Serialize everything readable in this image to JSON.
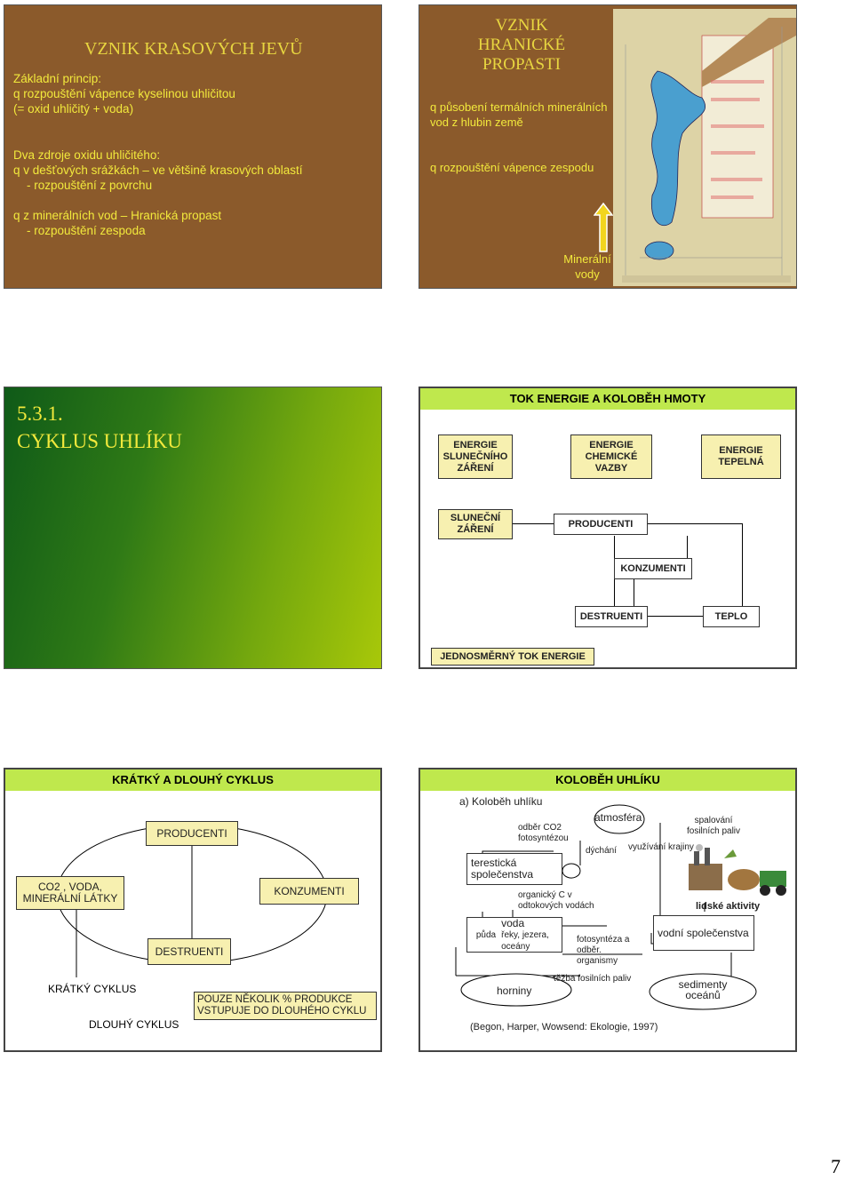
{
  "slide1": {
    "title": "VZNIK KRASOVÝCH JEVŮ",
    "lines": [
      "Základní princip:",
      "q  rozpouštění vápence kyselinou uhličitou",
      "(= oxid uhličitý + voda)",
      "Dva zdroje oxidu uhličitého:",
      "q  v dešťových srážkách – ve většině krasových oblastí",
      "    - rozpouštění z povrchu",
      "q  z minerálních vod – Hranická propast",
      "    - rozpouštění zespoda"
    ]
  },
  "slide2": {
    "title_lines": [
      "VZNIK",
      "HRANICKÉ",
      "PROPASTI"
    ],
    "bullets": [
      "q  působení termálních minerálních vod z hlubin země",
      "q  rozpouštění vápence zespodu"
    ],
    "mineral_label_1": "Minerální",
    "mineral_label_2": "vody"
  },
  "slide3": {
    "title_line1": "5.3.1.",
    "title_line2": "CYKLUS UHLÍKU"
  },
  "slide4": {
    "header": "TOK ENERGIE A KOLOBĚH HMOTY",
    "energy_solar": "ENERGIE SLUNEČNÍHO ZÁŘENÍ",
    "energy_chemical": "ENERGIE CHEMICKÉ VAZBY",
    "energy_heat": "ENERGIE TEPELNÁ",
    "solar": "SLUNEČNÍ ZÁŘENÍ",
    "producers": "PRODUCENTI",
    "consumers": "KONZUMENTI",
    "decomposers": "DESTRUENTI",
    "heat": "TEPLO",
    "one_way": "JEDNOSMĚRNÝ TOK ENERGIE"
  },
  "slide5": {
    "header": "KRÁTKÝ A DLOUHÝ CYKLUS",
    "producers": "PRODUCENTI",
    "co2_line1": "CO2 , VODA,",
    "co2_line2": "MINERÁLNÍ LÁTKY",
    "consumers": "KONZUMENTI",
    "decomposers": "DESTRUENTI",
    "short": "KRÁTKÝ CYKLUS",
    "long": "DLOUHÝ CYKLUS",
    "note": "POUZE NĚKOLIK % PRODUKCE VSTUPUJE DO DLOUHÉHO CYKLU"
  },
  "slide6": {
    "header": "KOLOBĚH UHLÍKU",
    "subtitle": "a) Koloběh uhlíku",
    "atmosphere": "atmosféra",
    "co2_uptake": "odběr CO2 fotosyntézou",
    "respiration": "dýchání",
    "burning": "spalování fosilních paliv",
    "land_use": "využívání krajiny",
    "terrestrial": "terestická společenstva",
    "organic_c": "organický C v odtokových vodách",
    "human": "lidské aktivity",
    "soil": "půda",
    "water": "voda",
    "rivers": "řeky, jezera, oceány",
    "photosynthesis": "fotosyntéza a odběr. organismy",
    "aquatic": "vodní společenstva",
    "rocks": "horniny",
    "mining": "těžba fosilních paliv",
    "sediments": "sedimenty oceánů",
    "citation": "(Begon, Harper, Wowsend: Ekologie, 1997)"
  },
  "page_number": "7"
}
